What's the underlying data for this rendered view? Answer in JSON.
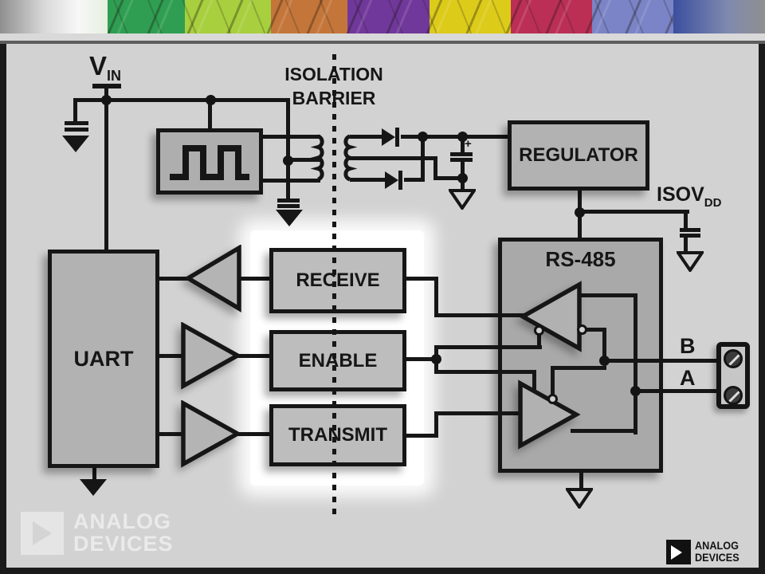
{
  "banner": {
    "panel_colors": [
      "#2f9e52",
      "#a8cf3e",
      "#c4763a",
      "#71389b",
      "#ddcb1a",
      "#bb2f55",
      "#7b84c6",
      "#3c4fa0"
    ]
  },
  "diagram": {
    "vin": {
      "main": "V",
      "sub": "IN"
    },
    "isolation_barrier": {
      "line1": "ISOLATION",
      "line2": "BARRIER"
    },
    "regulator": "REGULATOR",
    "isovdd": {
      "main": "ISOV",
      "sub": "DD"
    },
    "rs485": "RS-485",
    "uart": "UART",
    "receive": "RECEIVE",
    "enable": "ENABLE",
    "transmit": "TRANSMIT",
    "bus": {
      "b": "B",
      "a": "A"
    },
    "plus_mark": "+"
  },
  "watermark": {
    "line1": "ANALOG",
    "line2": "DEVICES"
  },
  "logo": {
    "line1": "ANALOG",
    "line2": "DEVICES"
  },
  "colors": {
    "canvas_bg": "#d2d2d2",
    "block_fill": "#b2b2b2",
    "rs485_fill": "#a9a9a9",
    "wire": "#161616",
    "highlight": "#ffffff"
  }
}
